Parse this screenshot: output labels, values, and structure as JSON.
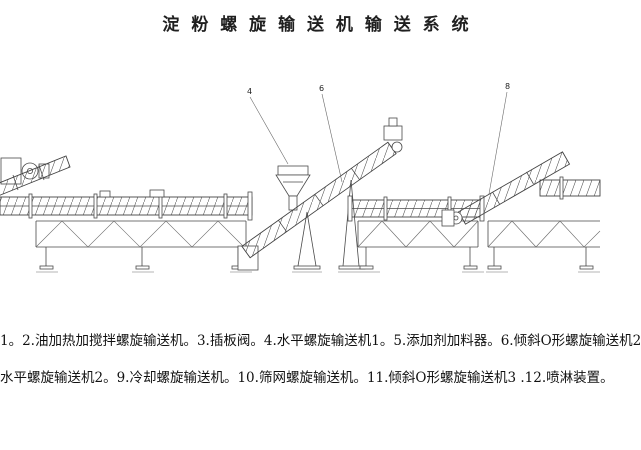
{
  "title": "淀 粉 螺 旋 输 送 机 输 送 系 统",
  "drawing": {
    "callouts": [
      {
        "label": "4"
      },
      {
        "label": "6"
      },
      {
        "label": "8"
      }
    ]
  },
  "legend": {
    "line1": "1。2.油加热加搅拌螺旋输送机。3.插板阀。4.水平螺旋输送机1。5.添加剂加料器。6.倾斜O形螺旋输送机2",
    "line2": "水平螺旋输送机2。9.冷却螺旋输送机。10.筛网螺旋输送机。11.倾斜O形螺旋输送机3 .12.喷淋装置。"
  },
  "colors": {
    "ink": "#1f1f1f",
    "line": "#4a4a4a",
    "background": "#ffffff"
  }
}
